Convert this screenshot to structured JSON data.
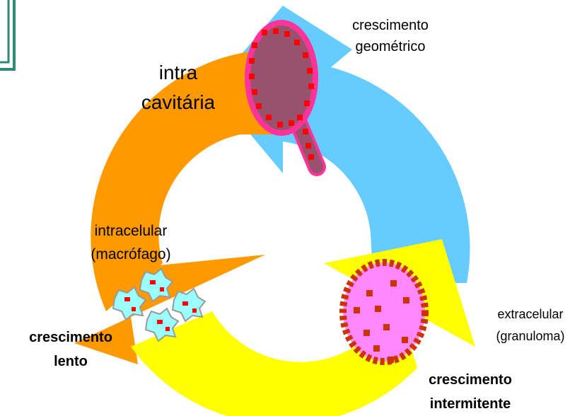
{
  "labels": {
    "cavity_line1": "intra",
    "cavity_line2": "cavitária",
    "geometric_line1": "crescimento",
    "geometric_line2": "geométrico",
    "intracellular_line1": "intracelular",
    "intracellular_line2": "(macrófago)",
    "slow_line1": "crescimento",
    "slow_line2": "lento",
    "extracellular_line1": "extracelular",
    "extracellular_line2": "(granuloma)",
    "intermittent_line1": "crescimento",
    "intermittent_line2": "intermitente"
  },
  "colors": {
    "arrow_blue": "#66ccff",
    "arrow_orange": "#ff9900",
    "arrow_yellow": "#ffff00",
    "cavity_fill": "#99526e",
    "cavity_border": "#ff3399",
    "bacteria_red": "#ff0000",
    "macrophage_fill": "#99ffff",
    "granuloma_fill": "#ff88ff",
    "granuloma_border": "#cc3300",
    "frame_teal": "#2e8b7a"
  }
}
